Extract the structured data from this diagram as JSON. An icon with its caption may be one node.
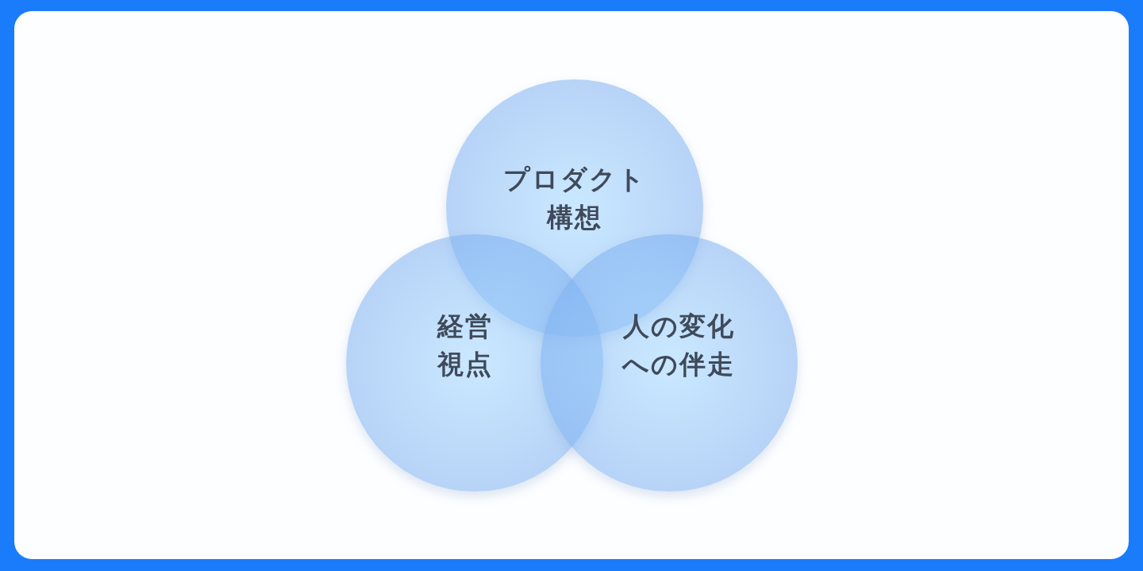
{
  "diagram": {
    "nodes": [
      {
        "text": [
          "プロダクト構想"
        ]
      },
      {
        "text": [
          "経営視点"
        ]
      },
      {
        "text": [
          "人の変化への伴走"
        ]
      }
    ],
    "edges": []
  }
}
